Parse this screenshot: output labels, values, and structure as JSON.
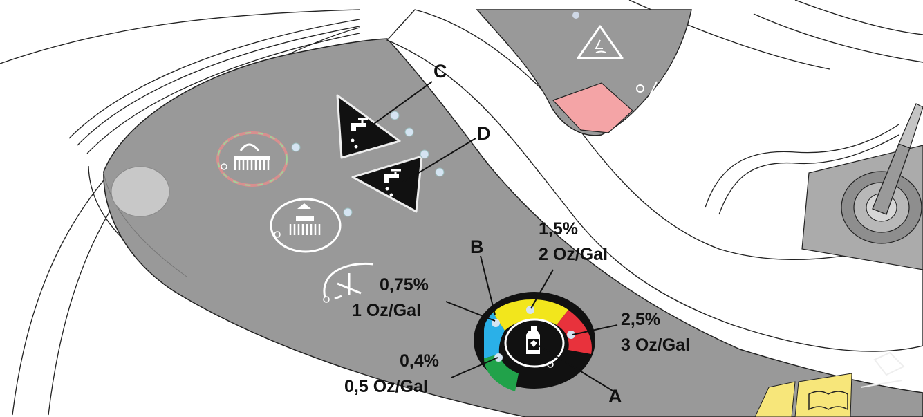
{
  "callouts": {
    "a": "A",
    "b": "B",
    "c": "C",
    "d": "D"
  },
  "levels": {
    "green": {
      "pct": "0,4%",
      "oz": "0,5 Oz/Gal"
    },
    "blue": {
      "pct": "0,75%",
      "oz": "1 Oz/Gal"
    },
    "yellow": {
      "pct": "1,5%",
      "oz": "2 Oz/Gal"
    },
    "red": {
      "pct": "2,5%",
      "oz": "3 Oz/Gal"
    }
  },
  "colors": {
    "panel": "#999999",
    "ring_green": "#21a24a",
    "ring_blue": "#2ab0e8",
    "ring_yellow": "#f2e61c",
    "ring_red": "#e8323c",
    "button_pink": "#f4a4a6",
    "warning_yellow": "#f7e67a"
  },
  "icons": [
    "scrub-brush-icon",
    "brush-pressure-icon",
    "squeegee-icon",
    "water-flow-icon",
    "water-flow-increase-icon",
    "detergent-icon",
    "slip-hazard-icon",
    "read-manual-icon"
  ]
}
